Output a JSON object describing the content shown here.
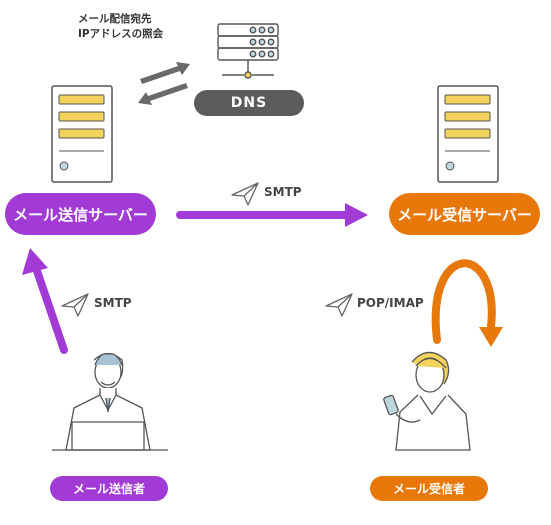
{
  "dns_note": {
    "line1": "メール配信宛先",
    "line2": "IPアドレスの照会"
  },
  "dns_label": "DNS",
  "sending_server_label": "メール送信サーバー",
  "receiving_server_label": "メール受信サーバー",
  "protocol_top": "SMTP",
  "protocol_left": "SMTP",
  "protocol_right": "POP/IMAP",
  "sender_label": "メール送信者",
  "receiver_label": "メール受信者",
  "colors": {
    "purple": "#a23bd6",
    "orange": "#e8780a",
    "server_bar_yellow": "#f3d35c",
    "dns_gray": "#5c5c5c"
  }
}
